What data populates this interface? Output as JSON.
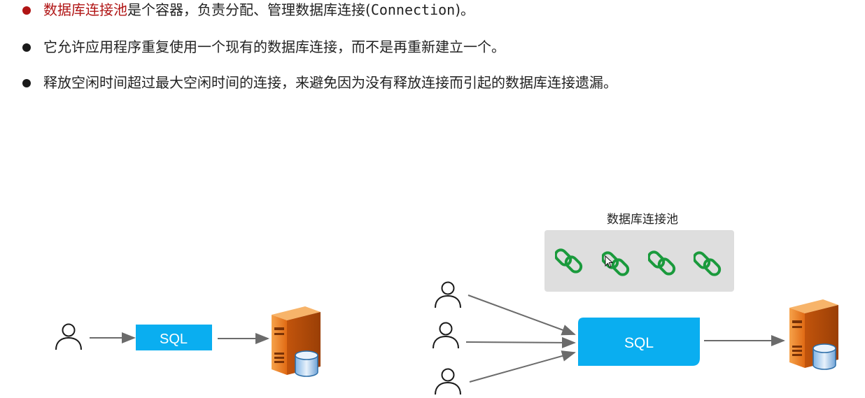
{
  "bullets": [
    {
      "highlight": "数据库连接池",
      "before_mono": "是个容器，负责分配、管理数据库连接(",
      "mono": "Connection",
      "after_mono": ")。"
    },
    {
      "text": "它允许应用程序重复使用一个现有的数据库连接，而不是再重新建立一个。"
    },
    {
      "text": "释放空闲时间超过最大空闲时间的连接，来避免因为没有释放连接而引起的数据库连接遗漏。"
    }
  ],
  "diagram": {
    "left_sql_label": "SQL",
    "right_sql_label": "SQL",
    "pool_label": "数据库连接池",
    "pool_links": 4,
    "users_left": 1,
    "users_right": 3
  },
  "colors": {
    "accent_red": "#b01414",
    "sql_box": "#0aaef0",
    "pool_bg": "#dedede",
    "link_green": "#1a9a3c",
    "server_orange": "#e8741e"
  },
  "icons": [
    "user-icon",
    "chain-link-icon",
    "server-database-icon",
    "arrow-icon"
  ]
}
